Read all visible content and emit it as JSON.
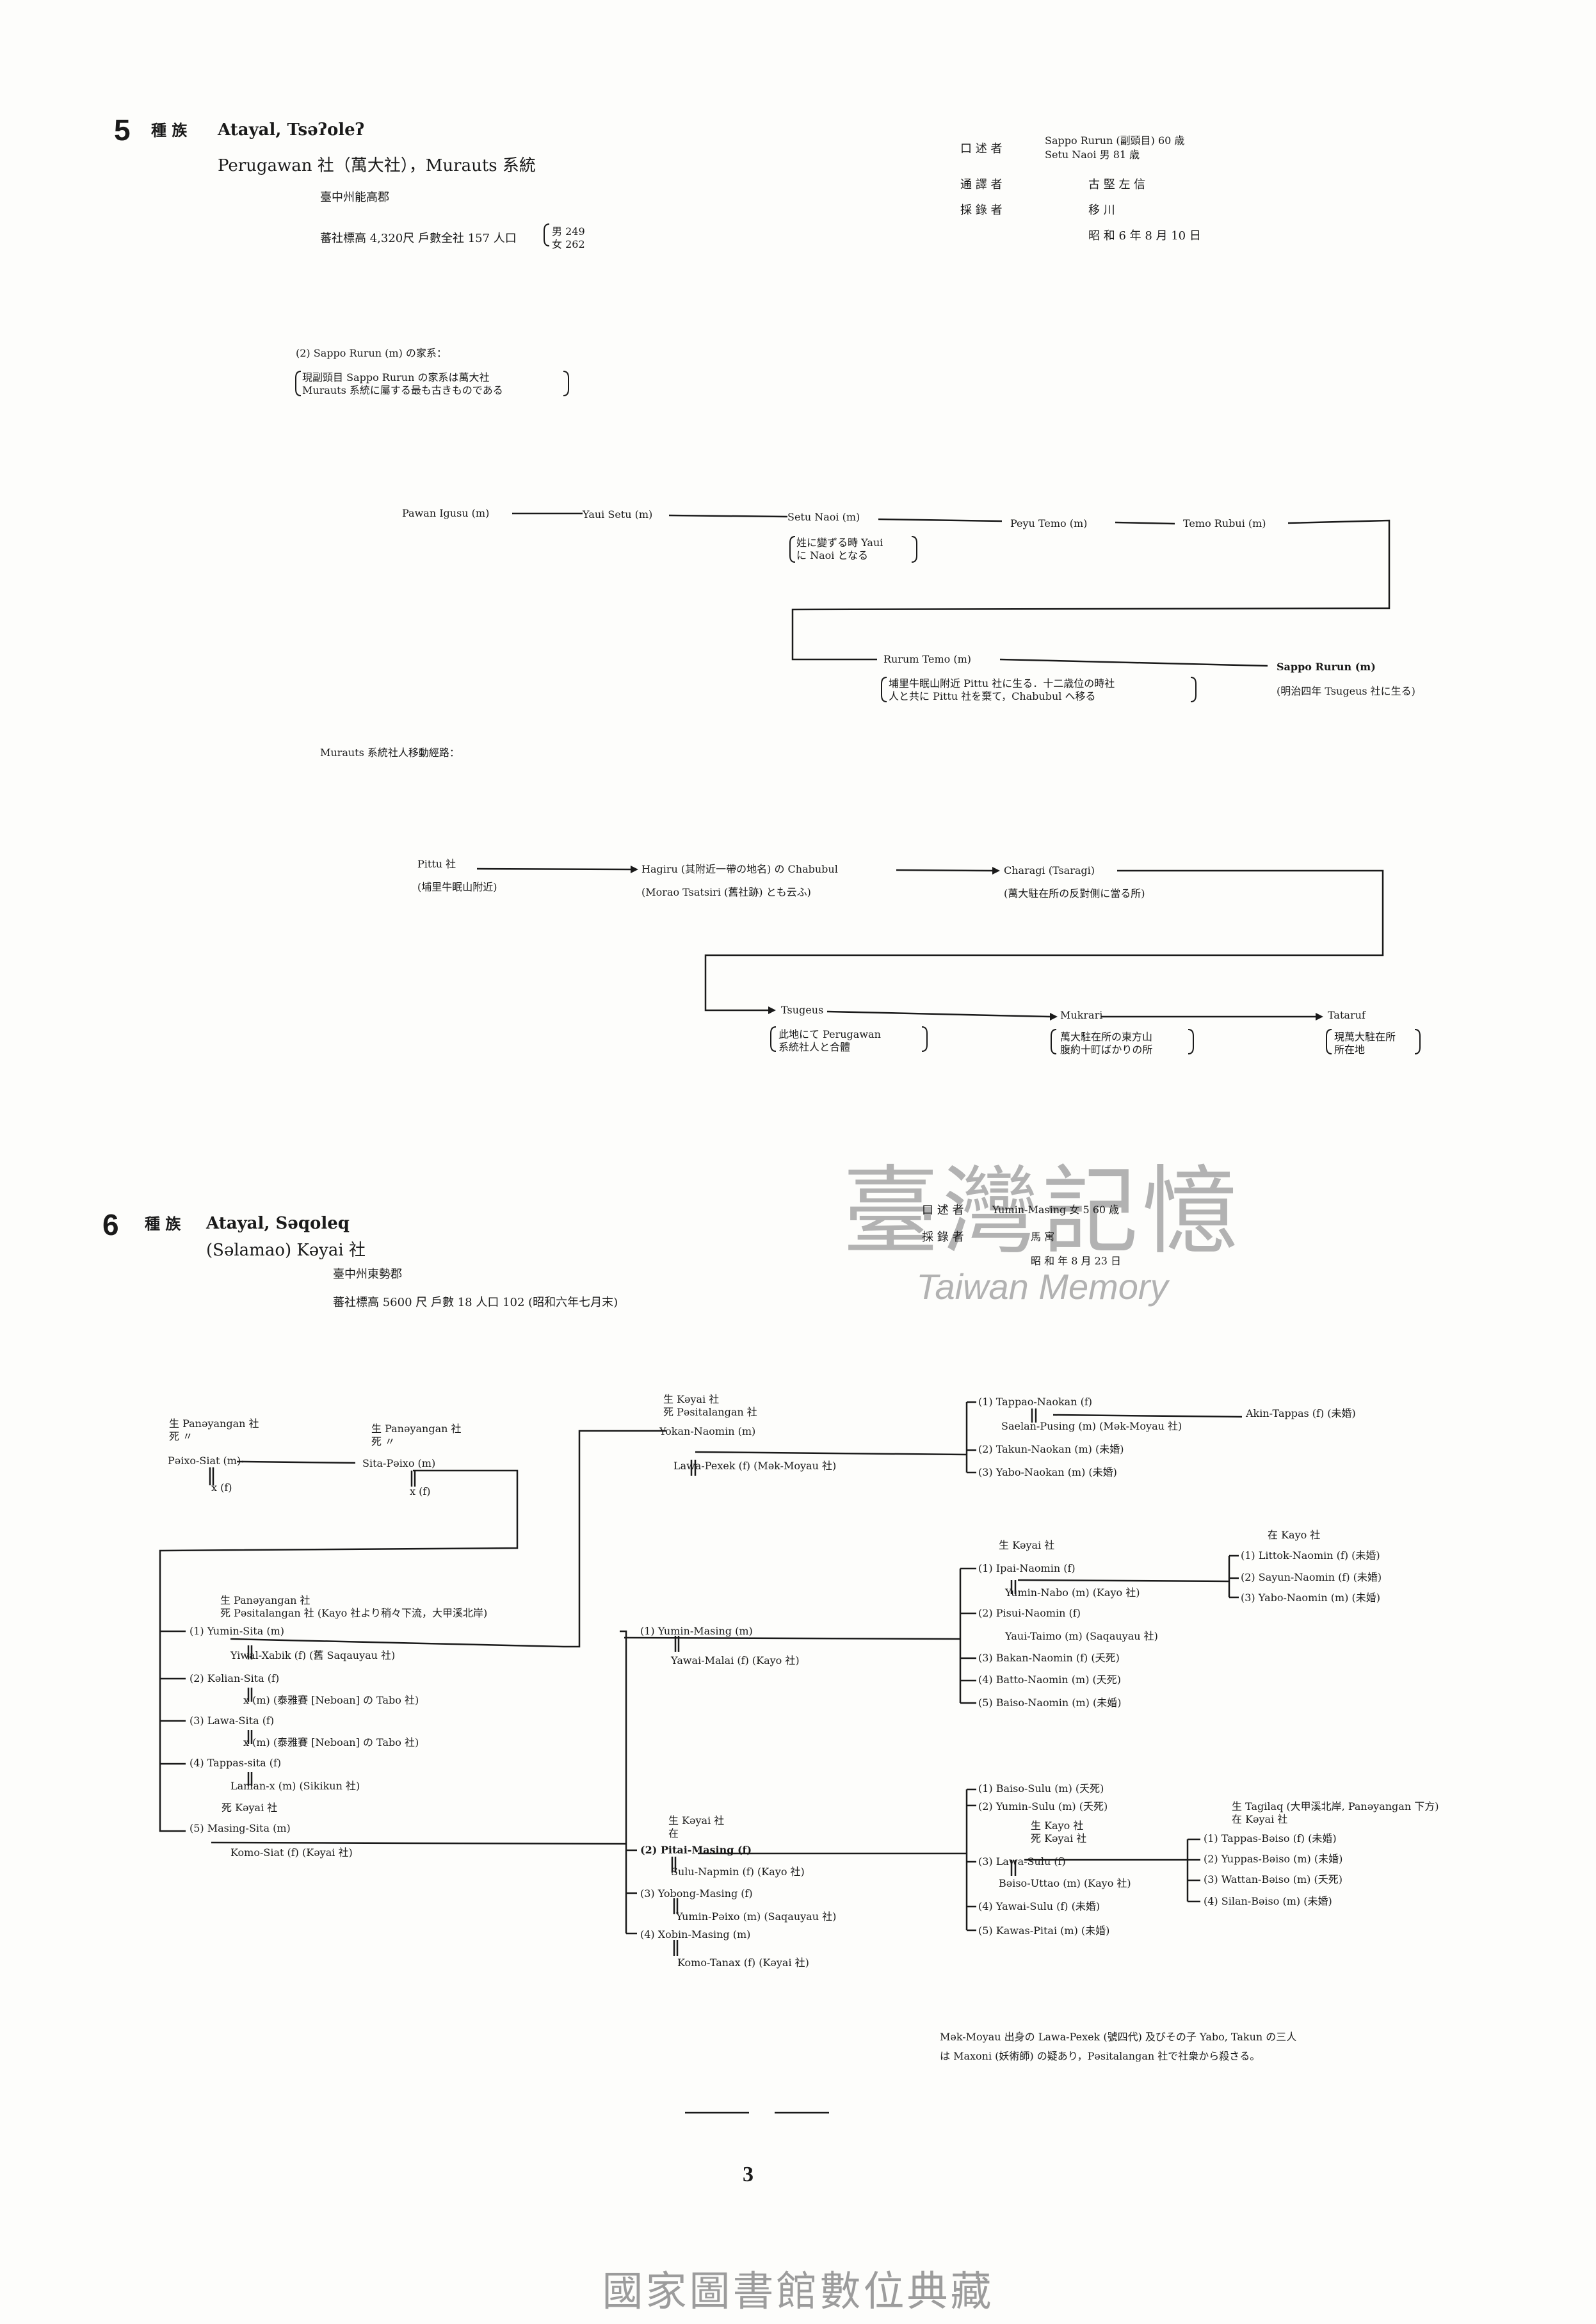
{
  "s5": {
    "num": "5",
    "tribe_label": "種 族",
    "tribe": "Atayal, Tsəʔoleʔ",
    "community": "Perugawan 社（萬大社），Murauts 系統",
    "location": "臺中州能高郡",
    "stats": "蕃社標高 4,320尺  戶數全社 157  人口",
    "pop_m": "男 249",
    "pop_f": "女 262",
    "narrator_label": "口 述 者",
    "narrator1": "Sappo Rurun (副頭目) 60 歳",
    "narrator2": "Setu Naoi                男 81 歳",
    "translator_label": "通 譯 者",
    "translator": "古    堅    左    信",
    "recorder_label": "採 錄 者",
    "recorder": "移                川",
    "date": "昭 和 6 年 8 月 10 日",
    "family_title": "(2) Sappo Rurun (m) の家系：",
    "family_note1": "現副頭目 Sappo Rurun の家系は萬大社",
    "family_note2": "Murauts 系統に屬する最も古きものである",
    "persons": {
      "pawan": "Pawan Igusu (m)",
      "yaui": "Yaui Setu (m)",
      "setu": "Setu Naoi (m)",
      "setu_note1": "姓に變ずる時 Yaui",
      "setu_note2": "に Naoi となる",
      "peyu": "Peyu Temo (m)",
      "temo": "Temo Rubui (m)",
      "rurum": "Rurum Temo (m)",
      "rurum_note1": "埔里牛眠山附近 Pittu 社に生る．十二歳位の時社",
      "rurum_note2": "人と共に Pittu 社を棄て，Chabubul へ移る",
      "sappo": "Sappo Rurun (m)",
      "sappo_note": "(明治四年 Tsugeus 社に生る)"
    },
    "migration_title": "Murauts 系統社人移動經路：",
    "migration": {
      "pittu": "Pittu 社",
      "pittu_note": "(埔里牛眠山附近)",
      "hagiru": "Hagiru (其附近一帶の地名) の Chabubul",
      "hagiru_note": "(Morao Tsatsiri (舊社跡) とも云ふ)",
      "charagi": "Charagi (Tsaragi)",
      "charagi_note": "(萬大駐在所の反對側に當る所)",
      "tsugeus": "Tsugeus",
      "tsugeus_note1": "此地にて Perugawan",
      "tsugeus_note2": "系統社人と合體",
      "mukrari": "Mukrari",
      "mukrari_note1": "萬大駐在所の東方山",
      "mukrari_note2": "腹約十町ばかりの所",
      "tataruf": "Tataruf",
      "tataruf_note1": "現萬大駐在所",
      "tataruf_note2": "所在地"
    }
  },
  "s6": {
    "num": "6",
    "tribe_label": "種 族",
    "tribe": "Atayal, Səqoleq",
    "community": "(Səlamao) Kəyai 社",
    "location": "臺中州東勢郡",
    "stats": "蕃社標高 5600 尺  戶數 18  人口 102 (昭和六年七月末)",
    "narrator_label": "口 述 者",
    "narrator": "Yumin-Masing  女 5   60 歳",
    "recorder_label": "採 錄 者",
    "recorder": "馬         寓",
    "date": "昭 和    年 8 月 23 日",
    "persons": {
      "gen1_left_birth": "生 Panəyangan 社",
      "gen1_left_death": "死        〃",
      "paixo": "Pəixo-Siat (m)",
      "paixo_wife": "x (f)",
      "gen1_mid_birth": "生 Panəyangan 社",
      "gen1_mid_death": "死        〃",
      "sita": "Sita-Pəixo (m)",
      "sita_wife": "x (f)",
      "gen2_birth": "生 Panəyangan 社",
      "gen2_death": "死 Pəsitalangan 社 (Kayo 社より稍々下流，大甲溪北岸)",
      "c1": "(1) Yumin-Sita (m)",
      "c1_wife": "Yiwal-Xabik (f) (舊 Saqauyau 社)",
      "c2": "(2) Kəlian-Sita (f)",
      "c2_spouse": "x (m) (泰雅賽 [Neboan] の Tabo 社)",
      "c3": "(3) Lawa-Sita (f)",
      "c3_spouse": "x (m) (泰雅賽 [Neboan] の Tabo 社)",
      "c4": "(4) Tappas-sita (f)",
      "c4_spouse": "Laman-x (m) (Sikikun 社)",
      "c5_death": "死 Kəyai 社",
      "c5": "(5) Masing-Sita (m)",
      "c5_wife": "Komo-Siat (f) (Kəyai 社)",
      "yokan_birth": "生 Kəyai 社",
      "yokan_death": "死 Pəsitalangan 社",
      "yokan": "Yokan-Naomin (m)",
      "yokan_wife": "Lawa-Pexek (f) (Mək-Moyau 社)",
      "tappao": "(1) Tappao-Naokan (f)",
      "tappao_hus": "Saelan-Pusing (m) (Mək-Moyau 社)",
      "akin": "Akin-Tappas (f) (未婚)",
      "takun": "(2) Takun-Naokan (m) (未婚)",
      "yabo_n": "(3) Yabo-Naokan (m) (未婚)",
      "ym_birth": "生 Kəyai 社",
      "yumin_masing": "(1) Yumin-Masing (m)",
      "yawai": "Yawai-Malai (f) (Kayo 社)",
      "ipai": "(1) Ipai-Naomin (f)",
      "ipai_hus": "Yumin-Nabo (m) (Kayo 社)",
      "kayo_birth": "在 Kayo 社",
      "littok": "(1) Littok-Naomin (f) (未婚)",
      "sayun": "(2) Sayun-Naomin (f) (未婚)",
      "yabo_naomin": "(3) Yabo-Naomin (m) (未婚)",
      "pisui": "(2) Pisui-Naomin (f)",
      "pisui_hus": "Yaui-Taimo (m) (Saqauyau 社)",
      "bakan": "(3) Bakan-Naomin (f) (夭死)",
      "batto": "(4) Batto-Naomin (m) (夭死)",
      "baiso_n": "(5) Baiso-Naomin (m) (未婚)",
      "pitai_birth": "生 Kəyai 社",
      "pitai_death": "在",
      "pitai": "(2) Pitai-Masing (f)",
      "pitai_hus": "Sulu-Napmin (f) (Kayo 社)",
      "yobong": "(3) Yobong-Masing (f)",
      "yobong_hus": "Yumin-Pəixo (m) (Saqauyau 社)",
      "xobin": "(4) Xobin-Masing (m)",
      "xobin_wife": "Komo-Tanax (f) (Kəyai 社)",
      "baiso_sulu": "(1) Baiso-Sulu (m) (夭死)",
      "yumin_sulu": "(2) Yumin-Sulu (m) (夭死)",
      "lawa_birth": "生 Kayo 社",
      "lawa_death": "死 Kəyai 社",
      "lawa_sulu": "(3) Lawa-Sulu (f)",
      "lawa_hus": "Bəiso-Uttao (m) (Kayo 社)",
      "yawai_sulu": "(4) Yawai-Sulu (f) (未婚)",
      "kawas": "(5) Kawas-Pitai (m) (未婚)",
      "tag_birth": "生 Tagilaq (大甲溪北岸, Panəyangan 下方)",
      "tag_death": "在 Kəyai 社",
      "tappas_b": "(1) Tappas-Bəiso (f) (未婚)",
      "yuppas_b": "(2) Yuppas-Bəiso (m) (未婚)",
      "wattan_b": "(3) Wattan-Bəiso (m) (夭死)",
      "silan_b": "(4) Silan-Bəiso (m) (未婚)"
    },
    "note1": "Mək-Moyau 出身の Lawa-Pexek (號四代) 及びその子 Yabo, Takun の三人",
    "note2": "は Maxoni (妖術師) の疑あり，Pəsitalangan 社で社衆から殺さる。"
  },
  "watermark": {
    "cn": "臺灣記憶",
    "en": "Taiwan Memory"
  },
  "page_number": "3",
  "footer": "國家圖書館數位典藏"
}
